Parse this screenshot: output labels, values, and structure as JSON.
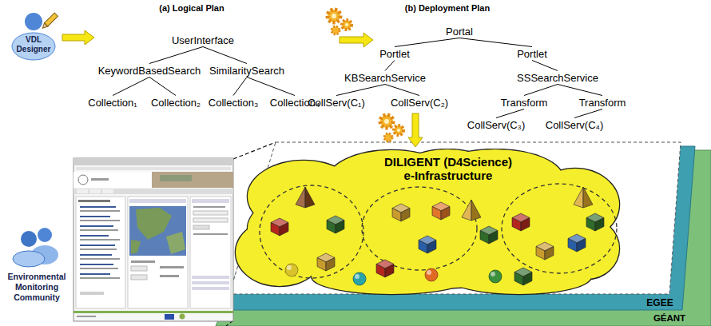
{
  "diagram": {
    "nodes": [
      {
        "text": [
          "UserInterface"
        ]
      },
      {
        "text": [
          "KeywordBasedSearch"
        ]
      },
      {
        "text": [
          "SimilaritySearch"
        ]
      },
      {
        "text": [
          "Collection₁"
        ]
      },
      {
        "text": [
          "Collection₂"
        ]
      },
      {
        "text": [
          "Collection₃"
        ]
      },
      {
        "text": [
          "Collection₄"
        ]
      },
      {
        "text": [
          "Portal"
        ]
      },
      {
        "text": [
          "Portlet"
        ]
      },
      {
        "text": [
          "Portlet"
        ]
      },
      {
        "text": [
          "KBSearchService"
        ]
      },
      {
        "text": [
          "SSSearchService"
        ]
      },
      {
        "text": [
          "CollServ(C₁)"
        ]
      },
      {
        "text": [
          "CollServ(C₂)"
        ]
      },
      {
        "text": [
          "Transform"
        ]
      },
      {
        "text": [
          "Transform"
        ]
      },
      {
        "text": [
          "CollServ(C₃)"
        ]
      },
      {
        "text": [
          "CollServ(C₄)"
        ]
      },
      {
        "text": [
          "DILIGENT (D4Science) e-Infrastructure"
        ]
      }
    ],
    "edges": [
      {
        "from": 0,
        "to": 1,
        "arrow": "none"
      },
      {
        "from": 0,
        "to": 2,
        "arrow": "none"
      },
      {
        "from": 1,
        "to": 3,
        "arrow": "none"
      },
      {
        "from": 1,
        "to": 4,
        "arrow": "none"
      },
      {
        "from": 2,
        "to": 5,
        "arrow": "none"
      },
      {
        "from": 2,
        "to": 6,
        "arrow": "none"
      },
      {
        "from": 7,
        "to": 8,
        "arrow": "none"
      },
      {
        "from": 7,
        "to": 9,
        "arrow": "none"
      },
      {
        "from": 8,
        "to": 10,
        "arrow": "none"
      },
      {
        "from": 9,
        "to": 11,
        "arrow": "none"
      },
      {
        "from": 10,
        "to": 12,
        "arrow": "none"
      },
      {
        "from": 10,
        "to": 13,
        "arrow": "none"
      },
      {
        "from": 11,
        "to": 14,
        "arrow": "none"
      },
      {
        "from": 11,
        "to": 15,
        "arrow": "none"
      },
      {
        "from": 14,
        "to": 16,
        "arrow": "none"
      },
      {
        "from": 15,
        "to": 17,
        "arrow": "none"
      }
    ],
    "labels": [
      "(a) Logical Plan",
      "(b) Deployment Plan",
      "VDL Designer",
      "Environmental Monitoring Community",
      "EGEE",
      "GÉANT"
    ]
  }
}
